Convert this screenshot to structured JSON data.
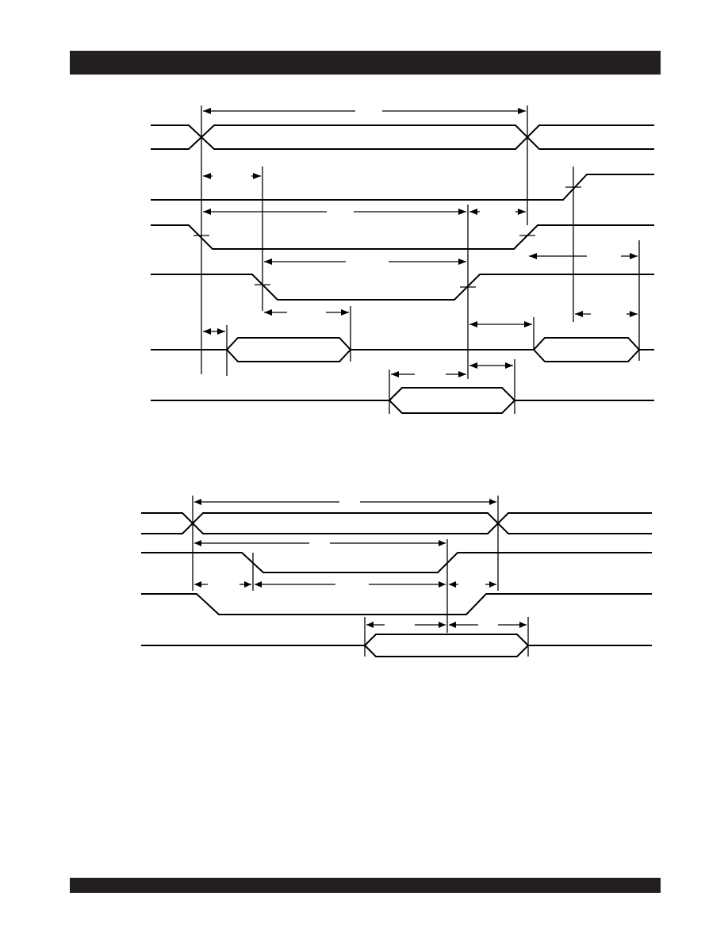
{
  "colors": {
    "page_background": "#ffffff",
    "header_bar": "#231f20",
    "footer_bar": "#231f20",
    "ink": "#000000"
  },
  "diagrams": [
    {
      "name": "timing-diagram-1",
      "signals": 6,
      "labels_visible": false
    },
    {
      "name": "timing-diagram-2",
      "signals": 4,
      "labels_visible": false
    }
  ]
}
